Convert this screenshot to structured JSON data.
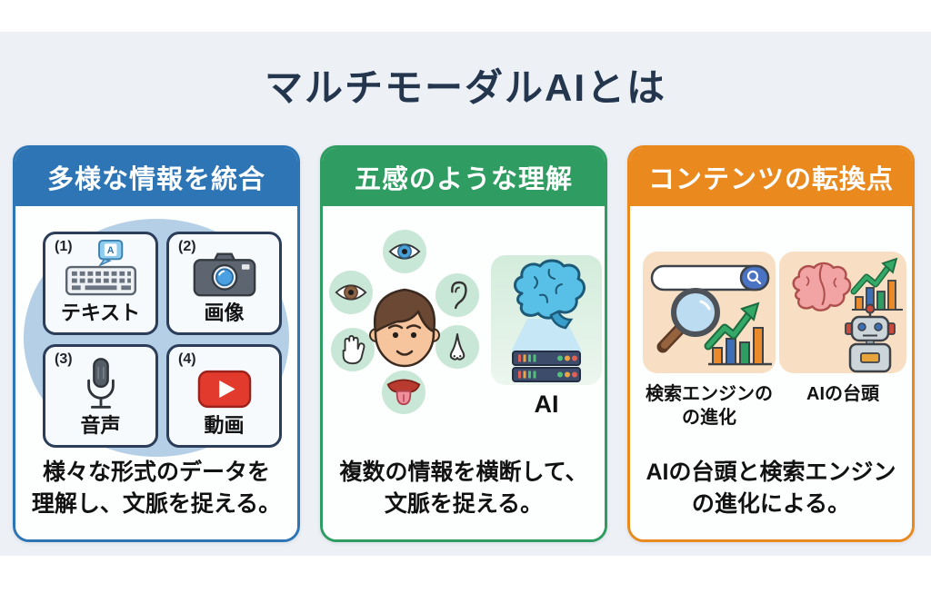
{
  "title": "マルチモーダルAIとは",
  "colors": {
    "background": "#edf1f6",
    "title_color": "#24364e",
    "card1_accent": "#2e75b6",
    "card2_accent": "#2f9c62",
    "card3_accent": "#e9891e"
  },
  "cards": [
    {
      "header": "多様な情報を統合",
      "items": [
        {
          "num": "(1)",
          "label": "テキスト",
          "icon": "keyboard-icon"
        },
        {
          "num": "(2)",
          "label": "画像",
          "icon": "camera-icon"
        },
        {
          "num": "(3)",
          "label": "音声",
          "icon": "microphone-icon"
        },
        {
          "num": "(4)",
          "label": "動画",
          "icon": "video-play-icon"
        }
      ],
      "caption": [
        "様々な形式のデータを",
        "理解し、文脈を捉える。"
      ]
    },
    {
      "header": "五感のような理解",
      "sense_icons": [
        "eye-icon",
        "eye-icon",
        "ear-icon",
        "hand-icon",
        "nose-icon",
        "tongue-icon"
      ],
      "ai_label": "AI",
      "caption": [
        "複数の情報を横断して、",
        "文脈を捉える。"
      ]
    },
    {
      "header": "コンテンツの転換点",
      "items": [
        {
          "label": [
            "検索エンジンの",
            "の進化"
          ],
          "icon": "search-evolution-icon"
        },
        {
          "label": [
            "AIの台頭"
          ],
          "icon": "ai-rise-icon"
        }
      ],
      "caption": [
        "AIの台頭と検索エンジン",
        "の進化による。"
      ]
    }
  ]
}
